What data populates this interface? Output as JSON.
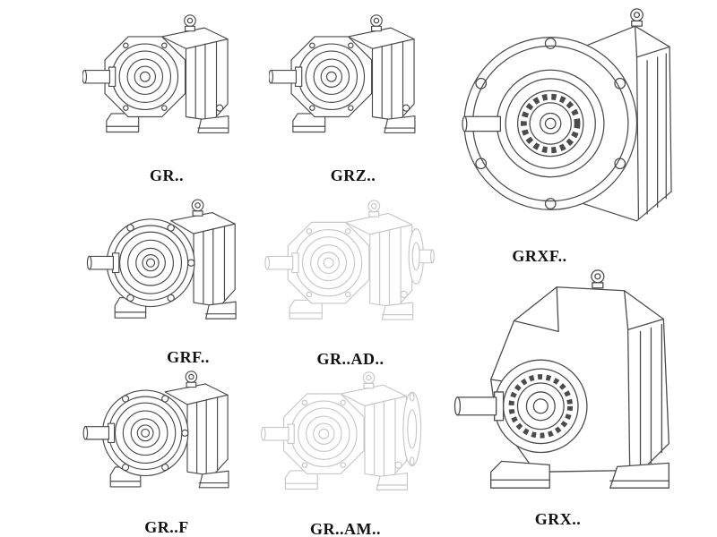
{
  "page": {
    "background": "#ffffff",
    "line_color": "#4b4b4b",
    "label_color": "#111111"
  },
  "items": [
    {
      "label": "GR..",
      "drawing": "helical-gearbox-foot-mounted-icon"
    },
    {
      "label": "GRZ..",
      "drawing": "helical-gearbox-foot-mounted-icon"
    },
    {
      "label": "GRXF..",
      "drawing": "helical-gearbox-flange-front-view-icon"
    },
    {
      "label": "GRF..",
      "drawing": "helical-gearbox-flange-mounted-icon"
    },
    {
      "label": "GR..AD..",
      "drawing": "helical-gearbox-input-adapter-ghost-icon"
    },
    {
      "label": "GR..F",
      "drawing": "helical-gearbox-flange-mounted-icon"
    },
    {
      "label": "GR..AM..",
      "drawing": "helical-gearbox-motor-flange-ghost-icon"
    },
    {
      "label": "GRX..",
      "drawing": "helical-gearbox-large-foot-mounted-icon"
    }
  ]
}
